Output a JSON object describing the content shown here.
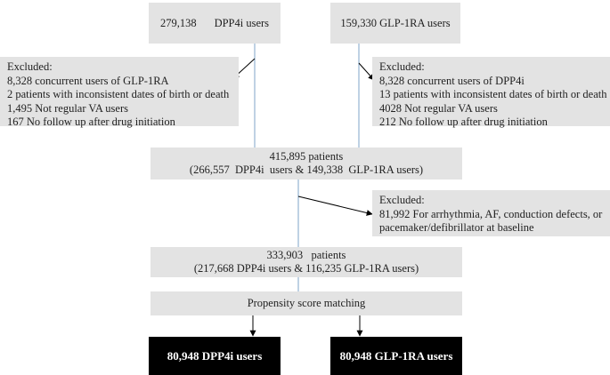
{
  "top": {
    "dpp4": {
      "count": "279,138",
      "label": "DPP4i users"
    },
    "glp1": {
      "label": "159,330 GLP-1RA users"
    }
  },
  "excluded_left": {
    "title": "Excluded:",
    "items": [
      "8,328 concurrent users of GLP-1RA",
      "2 patients with inconsistent dates of birth or death",
      "1,495 Not regular VA users",
      "167 No follow up after drug initiation"
    ]
  },
  "excluded_right": {
    "title": "Excluded:",
    "items": [
      "8,328 concurrent users of DPP4i",
      "13 patients with inconsistent dates of birth or death",
      "4028 Not regular VA users",
      "212 No follow up after drug initiation"
    ]
  },
  "combined1": {
    "line1": "415,895 patients",
    "line2": "(266,557  DPP4i  users & 149,338  GLP-1RA users)"
  },
  "excluded_mid": {
    "title": "Excluded:",
    "items": [
      "81,992 For arrhythmia, AF, conduction defects, or",
      "pacemaker/defibrillator at baseline"
    ]
  },
  "combined2": {
    "line1": "333,903   patients",
    "line2": "(217,668 DPP4i users & 116,235 GLP-1RA users)"
  },
  "matching": {
    "label": "Propensity score matching"
  },
  "final": {
    "dpp4": "80,948 DPP4i users",
    "glp1": "80,948 GLP-1RA users"
  }
}
